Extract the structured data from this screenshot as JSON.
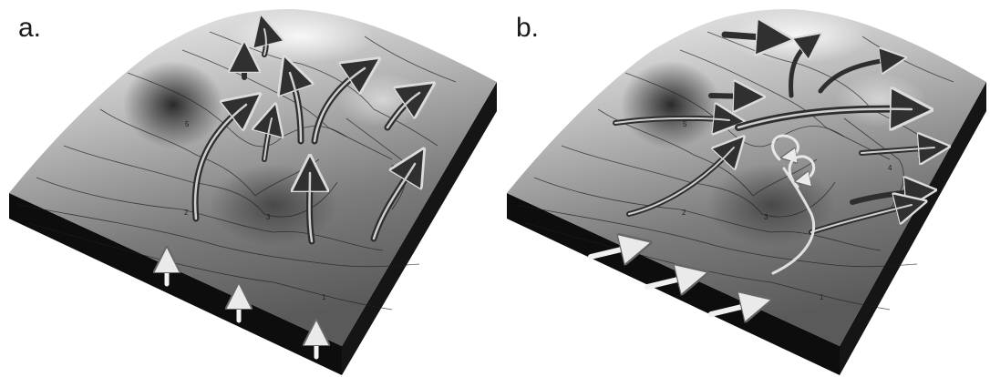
{
  "figure": {
    "panels": [
      {
        "id": "a",
        "label": "a."
      },
      {
        "id": "b",
        "label": "b."
      }
    ],
    "contour_labels": [
      "1",
      "2",
      "3",
      "4",
      "5"
    ]
  }
}
